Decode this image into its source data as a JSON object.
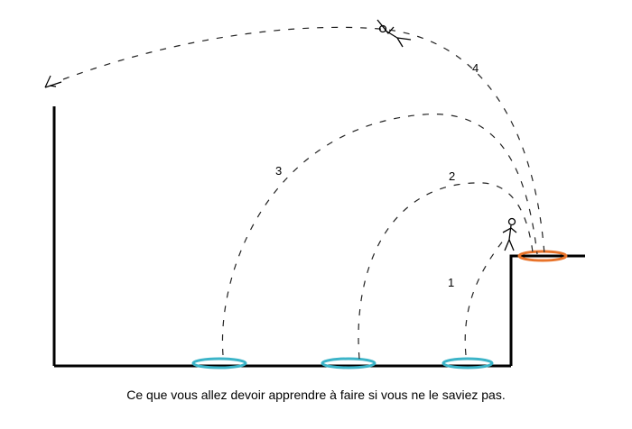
{
  "caption": "Ce que vous allez devoir apprendre à faire si vous ne le saviez pas.",
  "labels": {
    "jump1": "1",
    "jump2": "2",
    "jump3": "3",
    "jump4": "4"
  },
  "colors": {
    "target_pad": "#3cb4c8",
    "launch_pad": "#e8732a",
    "ground": "#000000",
    "trajectory": "#222222"
  },
  "icons": [
    "stick-figure-icon",
    "flying-figure-icon",
    "landing-figure-icon"
  ]
}
